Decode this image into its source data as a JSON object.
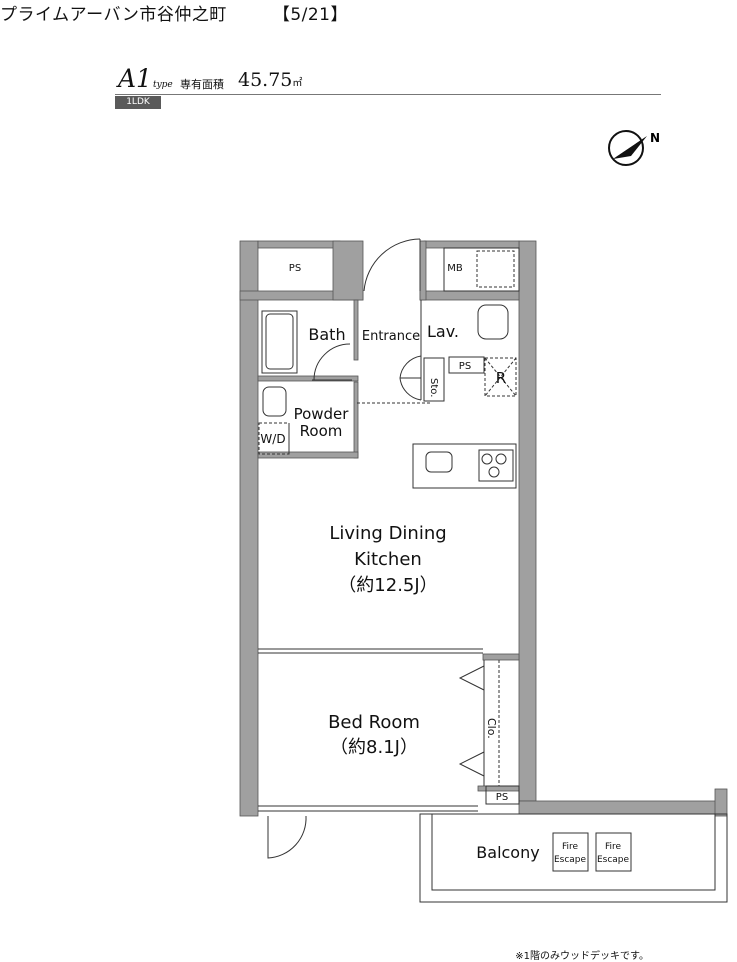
{
  "header": {
    "title": "プライムアーバン市谷仲之町",
    "counter": "【5/21】"
  },
  "unit": {
    "type_code": "A1",
    "type_suffix": "type",
    "layout": "1LDK",
    "area_label": "専有面積",
    "area_value": "45.75",
    "area_unit": "㎡"
  },
  "compass": {
    "north_label": "N"
  },
  "rooms": {
    "ps_top": "PS",
    "mb": "MB",
    "bath": "Bath",
    "entrance": "Entrance",
    "lav": "Lav.",
    "ps_mid": "PS",
    "sto": "Sto.",
    "refrigerator": "R",
    "powder_line1": "Powder",
    "powder_line2": "Room",
    "wd": "W/D",
    "ldk_line1": "Living Dining",
    "ldk_line2": "Kitchen",
    "ldk_size": "（約12.5J）",
    "bed_line1": "Bed Room",
    "bed_size": "（約8.1J）",
    "clo": "Clo.",
    "ps_bottom": "PS",
    "balcony": "Balcony",
    "fire1_line1": "Fire",
    "fire1_line2": "Escape",
    "fire2_line1": "Fire",
    "fire2_line2": "Escape"
  },
  "footnote": "※1階のみウッドデッキです。",
  "colors": {
    "wall": "#a0a0a0",
    "wall_edge": "#555555",
    "line": "#333333"
  }
}
